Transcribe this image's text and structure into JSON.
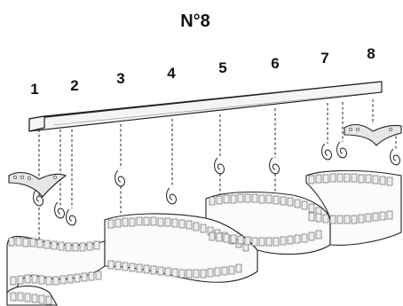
{
  "title": "N°8",
  "positions": [
    {
      "label": "1"
    },
    {
      "label": "2"
    },
    {
      "label": "3"
    },
    {
      "label": "4"
    },
    {
      "label": "5"
    },
    {
      "label": "6"
    },
    {
      "label": "7"
    },
    {
      "label": "8"
    }
  ]
}
